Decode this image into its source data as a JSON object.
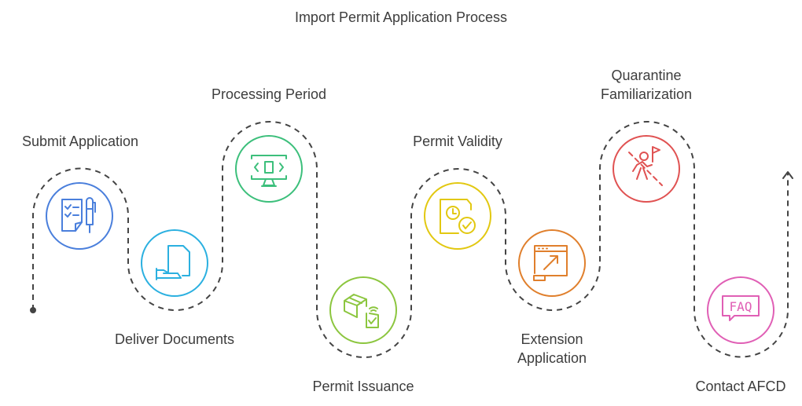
{
  "title": "Import Permit Application Process",
  "steps": [
    {
      "label": "Submit Application",
      "icon": "checklist-pen-icon",
      "color": "#4a7fdc"
    },
    {
      "label": "Deliver Documents",
      "icon": "hand-document-icon",
      "color": "#2bb0e0"
    },
    {
      "label": "Processing Period",
      "icon": "monitor-code-icon",
      "color": "#3cbf7b"
    },
    {
      "label": "Permit Issuance",
      "icon": "box-device-check-icon",
      "color": "#8cc63f"
    },
    {
      "label": "Permit Validity",
      "icon": "document-clock-check-icon",
      "color": "#e2c811"
    },
    {
      "label": "Extension Application",
      "icon": "window-expand-icon",
      "color": "#e07f2c"
    },
    {
      "label": "Quarantine Familiarization",
      "icon": "person-flag-restricted-icon",
      "color": "#e05252"
    },
    {
      "label": "Contact AFCD",
      "icon": "faq-bubble-icon",
      "color": "#e05fb5"
    }
  ],
  "faq_text": "FAQ"
}
